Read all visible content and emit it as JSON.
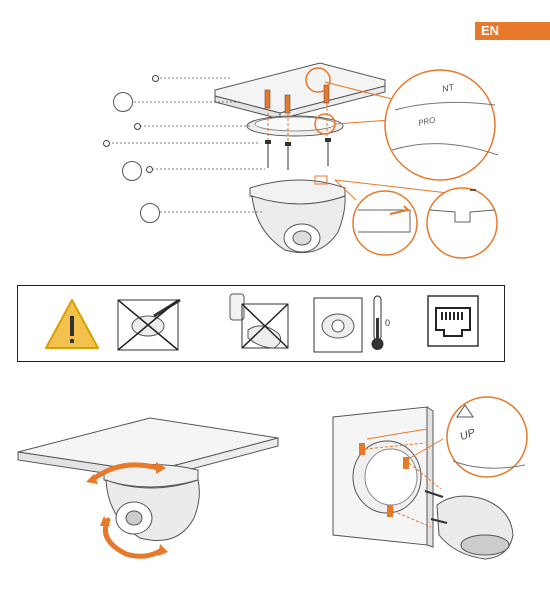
{
  "language_badge": "EN",
  "thermometer_label": "0",
  "zoom_labels": {
    "fig1_top_mark": "NT",
    "fig1_bottom_mark": "PRO",
    "fig3_up_text": "UP"
  },
  "colors": {
    "accent": "#e8782a",
    "warning_fill": "#f2c14e",
    "line": "#444444"
  },
  "icons": [
    "warning-triangle-icon",
    "no-screwdriver-icon",
    "no-chemical-cleaner-icon",
    "temperature-icon",
    "ethernet-port-icon"
  ]
}
